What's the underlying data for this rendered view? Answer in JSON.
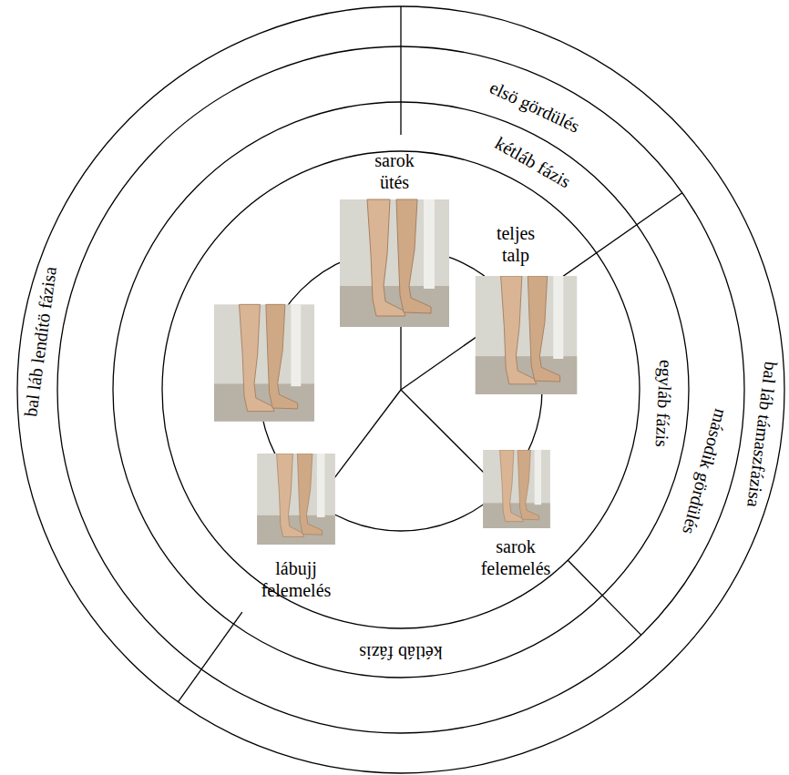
{
  "diagram": {
    "labels": [
      "sarok ütés",
      "elsö gördülés",
      "kétláb fázis",
      "teljes talp",
      "egyláb fázis",
      "második gördülés",
      "bal láb támaszfázisa",
      "sarok felemelés",
      "kétláb fázis",
      "lábujj felemelés",
      "bal láb lendítö fázisa"
    ]
  }
}
